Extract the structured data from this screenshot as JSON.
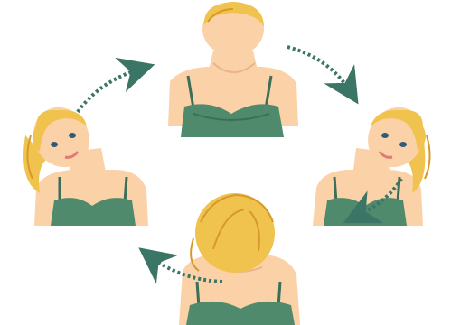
{
  "colors": {
    "background": "#ffffff",
    "skin": "#fbd2a8",
    "skin_shadow": "#e9b48a",
    "hair": "#f0c24e",
    "hair_dark": "#d79a2a",
    "top": "#4f8a6d",
    "top_dark": "#3c6f57",
    "arrow": "#3b7565",
    "lips": "#e27a78",
    "eyes": "#2d5b78"
  },
  "icons": [
    "curved-dashed-arrow-icon",
    "woman-head-tilt-icon"
  ],
  "illustration": {
    "figures": [
      "head-back",
      "head-tilt-right",
      "head-down",
      "head-tilt-left"
    ]
  }
}
